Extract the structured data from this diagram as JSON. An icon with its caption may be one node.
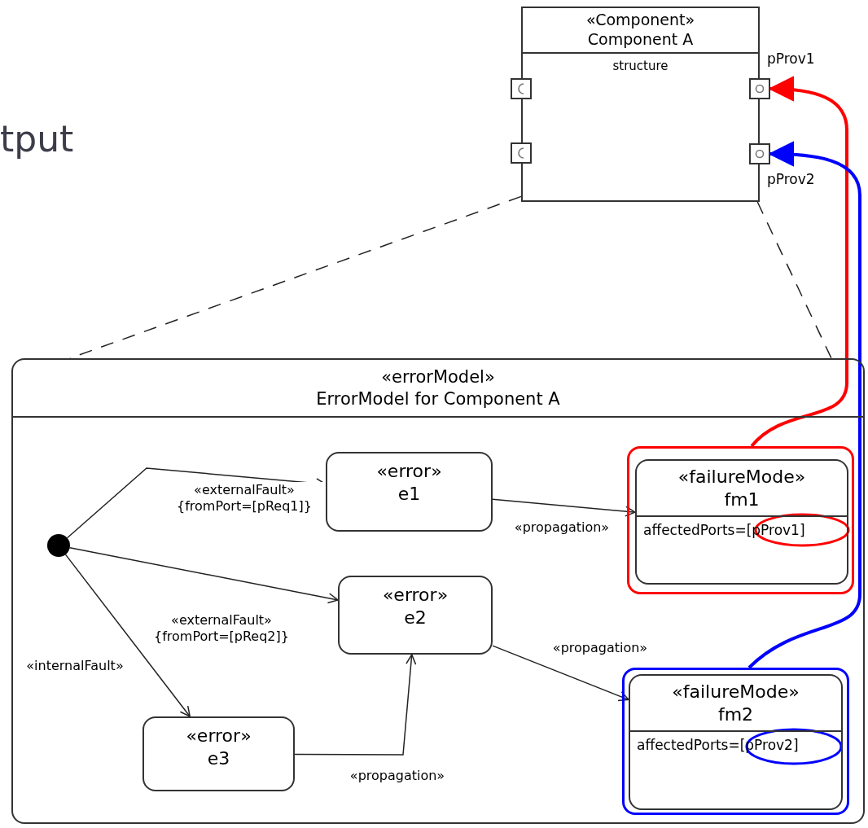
{
  "diagram": {
    "nodes": [
      {
        "text": [
          "«Component»",
          "Component A",
          "structure"
        ]
      },
      {
        "text": [],
        "shape": "box"
      },
      {
        "text": [],
        "shape": "box"
      },
      {
        "text": [],
        "shape": "box",
        "beside": [
          "pProv1"
        ]
      },
      {
        "text": [],
        "shape": "box",
        "beside": [
          "pProv2"
        ]
      },
      {
        "text": [
          "«errorModel»",
          "ErrorModel for Component A"
        ]
      },
      {
        "text": [],
        "shape": "circle",
        "in": 5
      },
      {
        "text": [
          "«error»",
          "e1"
        ],
        "in": 5
      },
      {
        "text": [
          "«error»",
          "e2"
        ],
        "in": 5
      },
      {
        "text": [
          "«error»",
          "e3"
        ],
        "in": 5
      },
      {
        "text": [],
        "shape": "box",
        "in": 5
      },
      {
        "text": [
          "«failureMode»",
          "fm1",
          "affectedPorts=[pProv1]"
        ],
        "in": 10
      },
      {
        "text": [],
        "shape": "box",
        "in": 5
      },
      {
        "text": [
          "«failureMode»",
          "fm2",
          "affectedPorts=[pProv2]"
        ],
        "in": 12
      }
    ],
    "edges": [
      {
        "from": 6,
        "to": 7,
        "arrow": "to",
        "label": "«externalFault» {fromPort=[pReq1]}"
      },
      {
        "from": 6,
        "to": 8,
        "arrow": "to",
        "label": "«externalFault» {fromPort=[pReq2]}"
      },
      {
        "from": 6,
        "to": 9,
        "arrow": "to",
        "label": "«internalFault»"
      },
      {
        "from": 7,
        "to": 11,
        "arrow": "to",
        "label": "«propagation»"
      },
      {
        "from": 8,
        "to": 13,
        "arrow": "to",
        "label": "«propagation»"
      },
      {
        "from": 9,
        "to": 8,
        "arrow": "to",
        "label": "«propagation»"
      },
      {
        "from": 10,
        "to": 3,
        "arrow": "to",
        "style": "thick",
        "color": "#ff0000"
      },
      {
        "from": 12,
        "to": 4,
        "arrow": "to",
        "style": "thick",
        "color": "#0000ff"
      },
      {
        "from": 0,
        "to": 5,
        "arrow": "none",
        "style": "dashed"
      },
      {
        "from": 0,
        "to": 5,
        "arrow": "none",
        "style": "dashed"
      }
    ],
    "labels": [
      "tput"
    ]
  }
}
